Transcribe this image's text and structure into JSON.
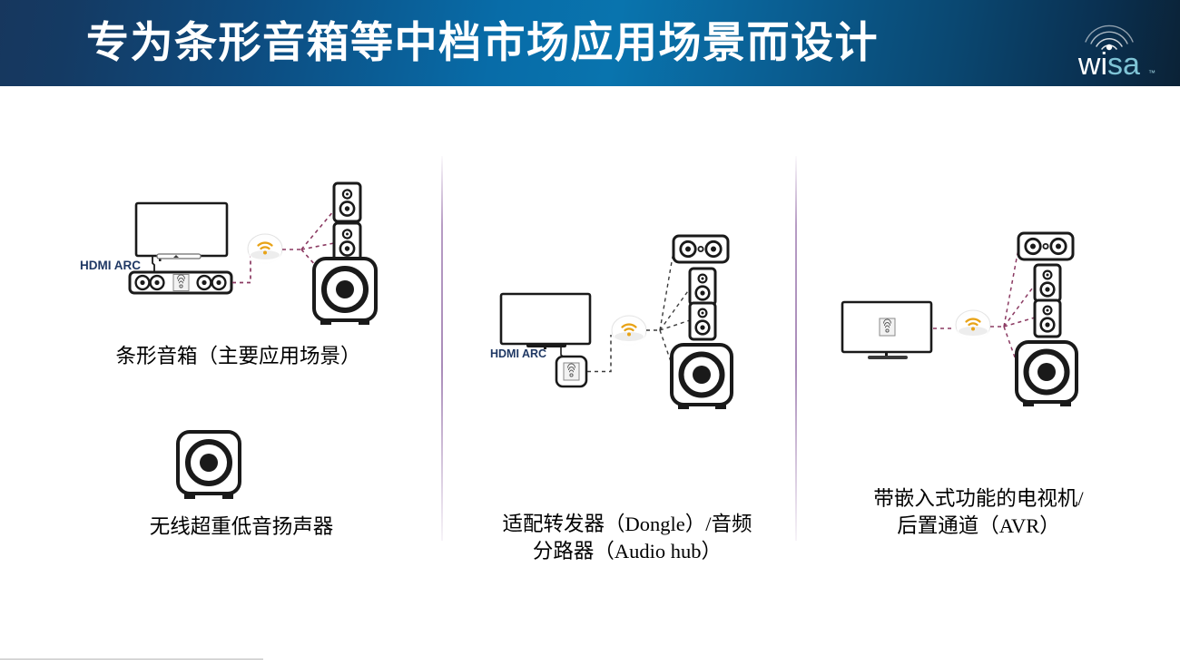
{
  "header": {
    "title": "专为条形音箱等中档市场应用场景而设计",
    "brand": {
      "name_part1": "wi",
      "name_part2": "sa",
      "trademark": "™",
      "color_primary": "#ffffff",
      "color_accent": "#7fc4d6"
    },
    "gradient_from": "#17375e",
    "gradient_mid": "#0974ae",
    "gradient_to": "#0b2236"
  },
  "panels": [
    {
      "id": "soundbar",
      "caption": "条形音箱（主要应用场景）",
      "hdmi_label": "HDMI ARC",
      "secondary_caption": "无线超重低音扬声器",
      "devices": [
        "tv",
        "soundbar",
        "wifi-hub",
        "bookshelf-speaker",
        "bookshelf-speaker",
        "subwoofer"
      ]
    },
    {
      "id": "dongle",
      "caption": "适配转发器（Dongle）/音频\n分路器（Audio hub）",
      "hdmi_label": "HDMI ARC",
      "devices": [
        "tv",
        "dongle",
        "wifi-hub",
        "center-speaker",
        "bookshelf-speaker",
        "bookshelf-speaker",
        "subwoofer"
      ]
    },
    {
      "id": "embedded-tv",
      "caption": "带嵌入式功能的电视机/\n后置通道（AVR）",
      "devices": [
        "tv-embedded",
        "wifi-hub",
        "center-speaker",
        "bookshelf-speaker",
        "bookshelf-speaker",
        "subwoofer"
      ]
    }
  ],
  "colors": {
    "wifi_icon": "#e8a317",
    "link_line": "#8b3a62",
    "divider": "#b79cc4",
    "device_outline": "#1a1a1a",
    "hdmi_text": "#1f3864"
  }
}
